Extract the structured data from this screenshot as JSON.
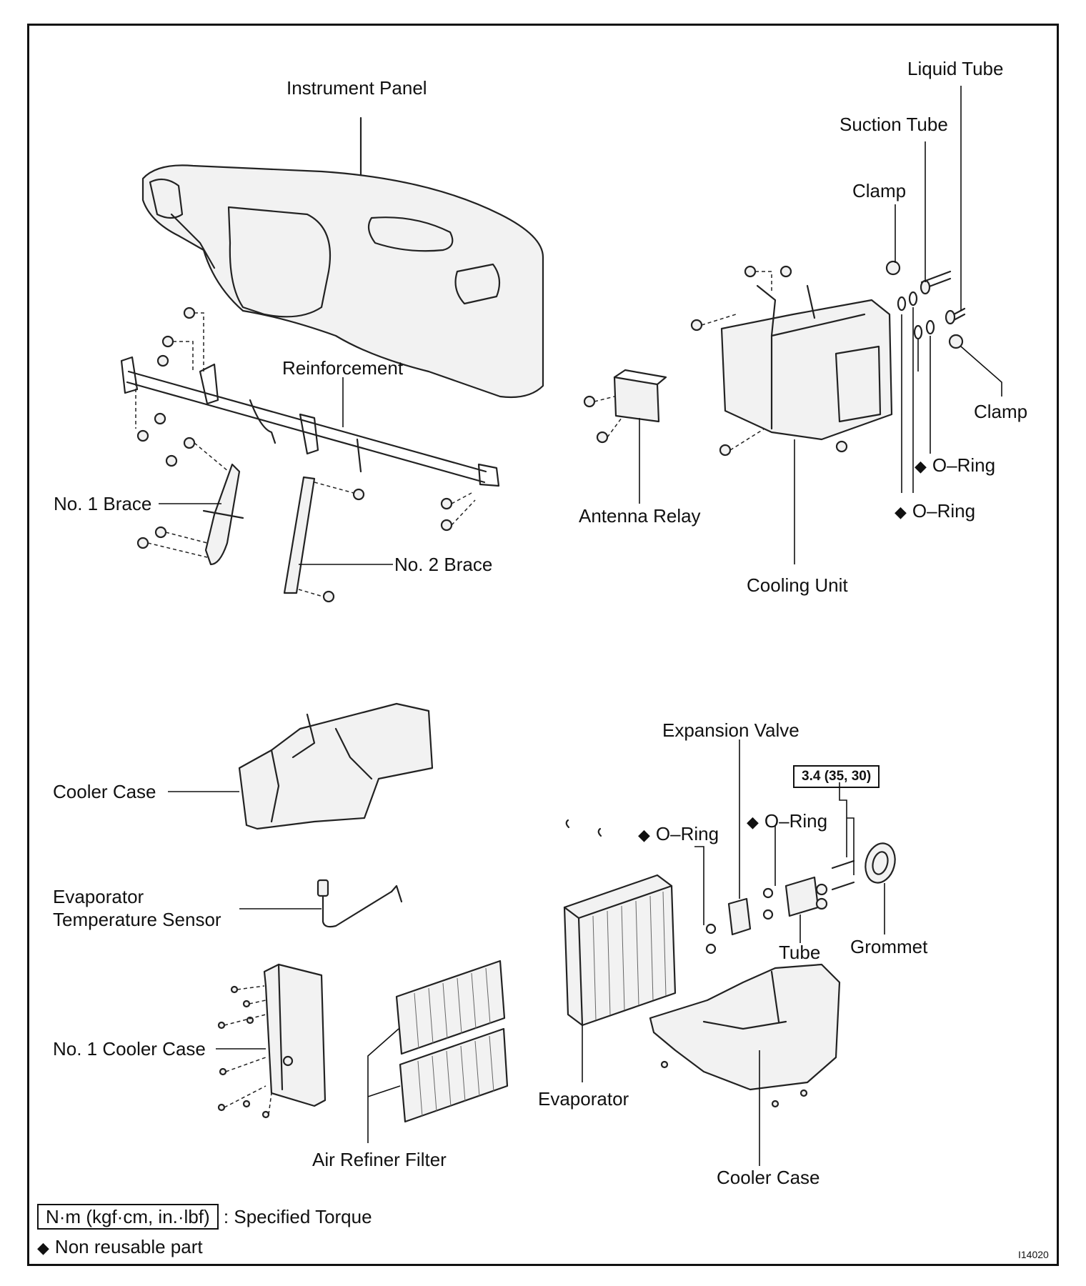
{
  "labels": {
    "instrument_panel": "Instrument Panel",
    "liquid_tube": "Liquid Tube",
    "suction_tube": "Suction Tube",
    "clamp_upper": "Clamp",
    "clamp_lower": "Clamp",
    "reinforcement": "Reinforcement",
    "no1_brace": "No. 1 Brace",
    "no2_brace": "No. 2 Brace",
    "antenna_relay": "Antenna Relay",
    "o_ring_a": "O–Ring",
    "o_ring_b": "O–Ring",
    "cooling_unit": "Cooling Unit",
    "cooler_case_upper": "Cooler Case",
    "expansion_valve": "Expansion Valve",
    "torque_value": "3.4 (35, 30)",
    "o_ring_c": "O–Ring",
    "o_ring_d": "O–Ring",
    "evap_sensor_line1": "Evaporator",
    "evap_sensor_line2": "Temperature Sensor",
    "tube": "Tube",
    "grommet": "Grommet",
    "no1_cooler_case": "No. 1 Cooler Case",
    "evaporator": "Evaporator",
    "air_refiner_filter": "Air Refiner Filter",
    "cooler_case_lower": "Cooler Case"
  },
  "legend": {
    "torque_unit": "N·m (kgf·cm, in.·lbf)",
    "torque_desc": ": Specified Torque",
    "non_reusable_symbol": "◆",
    "non_reusable_desc": "Non reusable part"
  },
  "figure_code": "I14020"
}
